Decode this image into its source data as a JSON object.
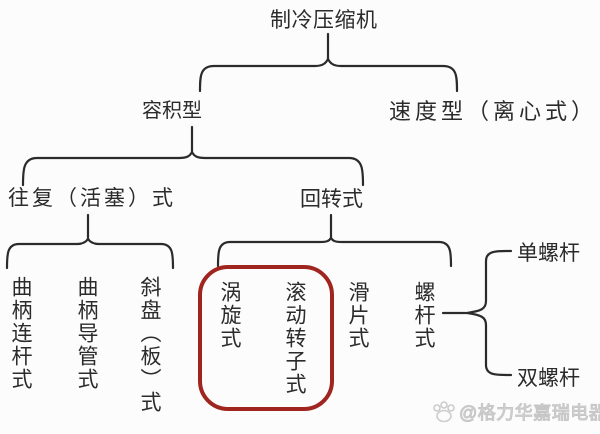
{
  "tree": {
    "root": {
      "label": "制冷压缩机"
    },
    "level2": {
      "volumetric": {
        "label": "容积型"
      },
      "velocity": {
        "label": "速度型（离心式）"
      }
    },
    "level3": {
      "reciprocating": {
        "label": "往复（活塞）式"
      },
      "rotary": {
        "label": "回转式"
      }
    },
    "reciprocating_children": [
      {
        "label": "曲柄连杆式"
      },
      {
        "label": "曲柄导管式"
      },
      {
        "label": "斜盘（板）式"
      }
    ],
    "rotary_children": [
      {
        "label": "涡旋式",
        "highlighted": true
      },
      {
        "label": "滚动转子式",
        "highlighted": true
      },
      {
        "label": "滑片式",
        "highlighted": false
      },
      {
        "label": "螺杆式",
        "highlighted": false
      }
    ],
    "screw_children": [
      {
        "label": "单螺杆"
      },
      {
        "label": "双螺杆"
      }
    ]
  },
  "annotations": {
    "highlight_shape": "red-rounded-rectangle",
    "highlight_targets": [
      "涡旋式",
      "滚动转子式"
    ]
  },
  "watermark": {
    "icon": "paw-icon",
    "text": "@格力华嘉瑞电器"
  },
  "colors": {
    "background": "#fcfcfc",
    "line": "#2b2b2b",
    "text": "#2b2b2b",
    "highlight_box": "#a0251f",
    "watermark": "#c6c6c6"
  }
}
